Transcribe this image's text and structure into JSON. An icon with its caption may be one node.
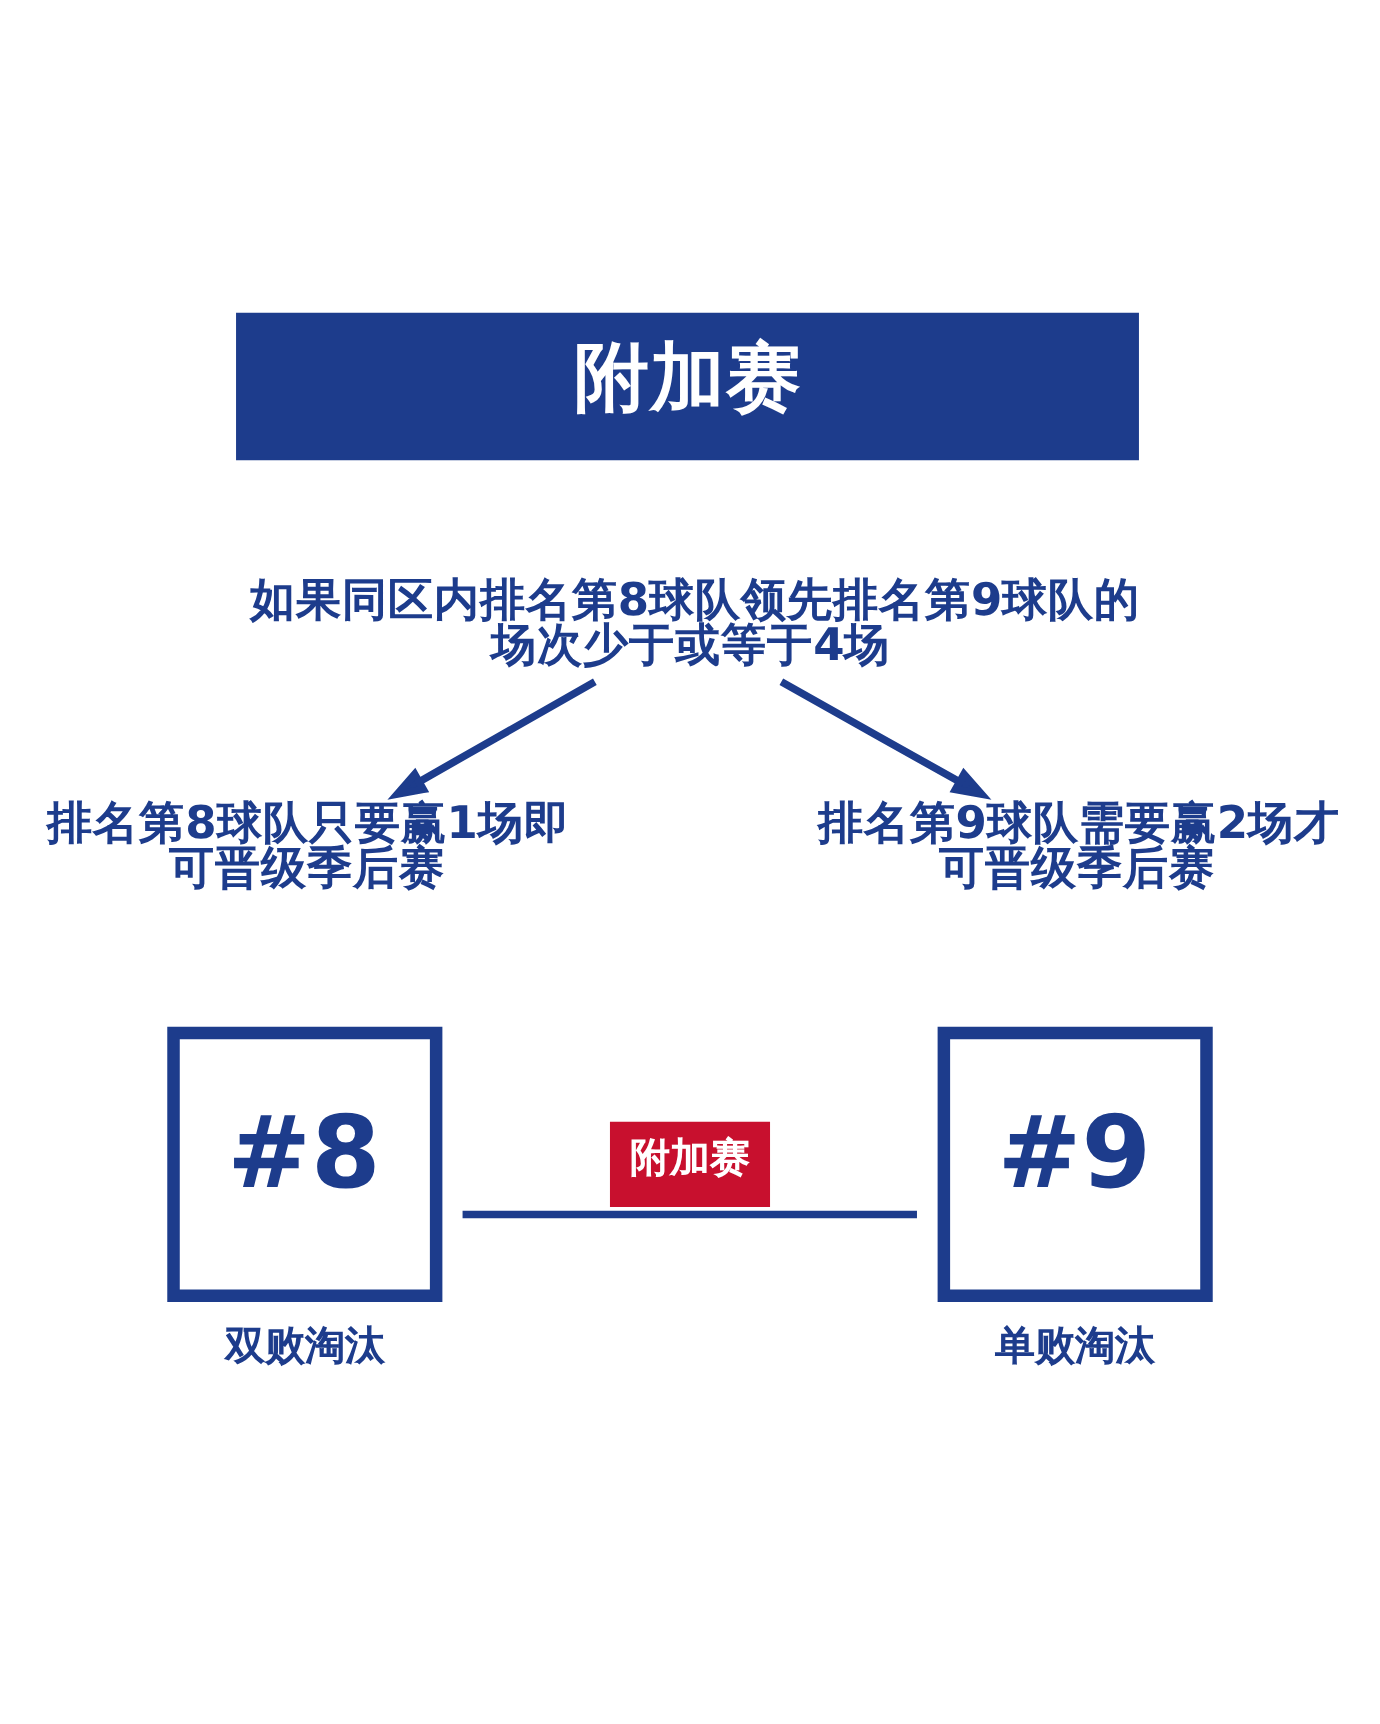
{
  "diagram": {
    "nodes": [
      {
        "text": [
          "附加赛"
        ]
      },
      {
        "text": [
          "如果同区内排名第8球队领先排名第9球队的场次少于或等于4场"
        ]
      },
      {
        "text": [
          "排名第8球队只要赢1场即可晋级季后赛"
        ]
      },
      {
        "text": [
          "排名第9球队需要赢2场才可晋级季后赛"
        ]
      },
      {
        "text": [
          "#8"
        ],
        "beside": [
          "双败淘汰"
        ]
      },
      {
        "text": [
          "#9"
        ],
        "beside": [
          "单败淘汰"
        ]
      }
    ],
    "edges": [
      {
        "from": 1,
        "to": 2,
        "arrow": "to"
      },
      {
        "from": 1,
        "to": 3,
        "arrow": "to"
      },
      {
        "from": 4,
        "to": 5,
        "arrow": "none",
        "label": "附加赛"
      }
    ]
  }
}
